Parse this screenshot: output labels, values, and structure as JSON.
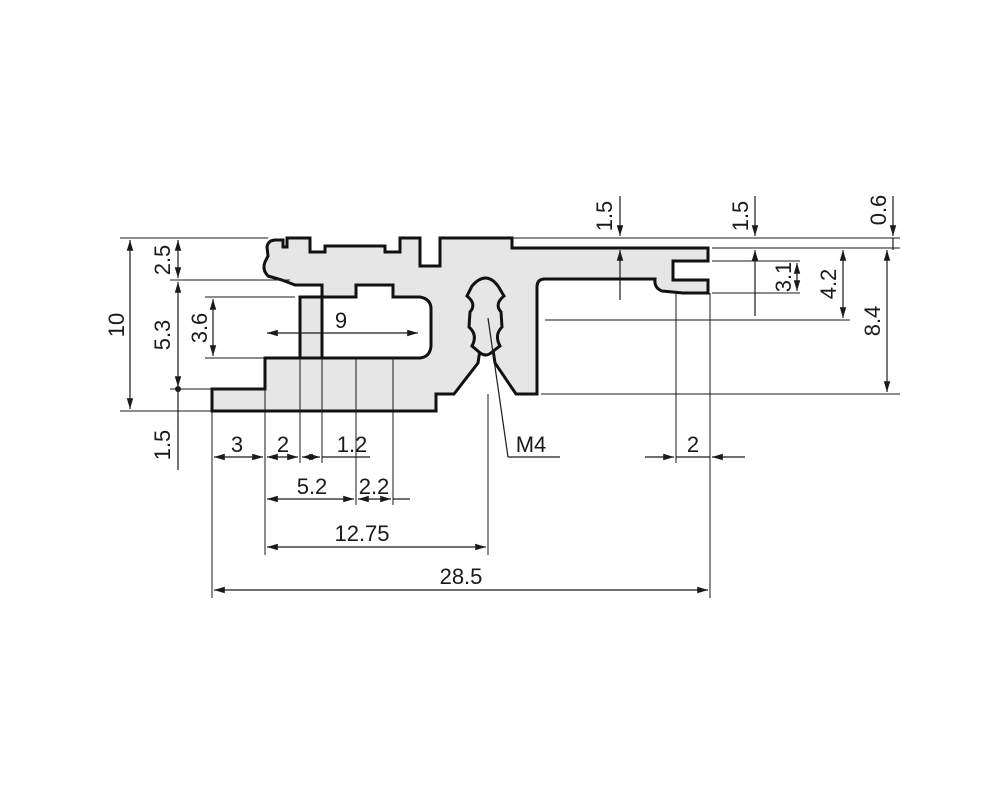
{
  "dimensions": {
    "overall_width": "28.5",
    "overall_height": "10",
    "top_slot_height": "2.5",
    "mid_height": "5.3",
    "base_thickness": "1.5",
    "inner_channel_height": "3.6",
    "inner_channel_width": "9",
    "left_step": "3",
    "tooth_width": "2",
    "tooth_gap": "1.2",
    "slot_span": "5.2",
    "slot_width": "2.2",
    "center_offset": "12.75",
    "screw_thread": "M4",
    "right_slot_gap": "2",
    "top_wall_a": "1.5",
    "top_wall_b": "1.5",
    "top_lip": "0.6",
    "right_slot_height": "3.1",
    "right_slot_depth": "4.2",
    "right_height": "8.4"
  },
  "colors": {
    "profile_fill": "#e6e6e6",
    "outline": "#111111"
  }
}
